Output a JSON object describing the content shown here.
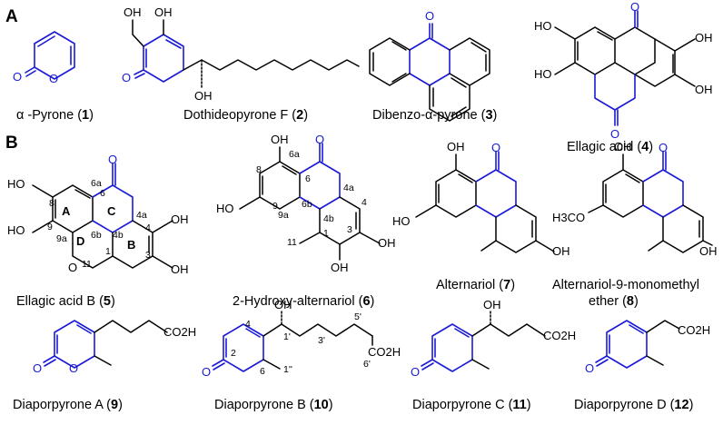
{
  "panels": {
    "a": "A",
    "b": "B"
  },
  "captions": {
    "c1_name": "α -Pyrone (",
    "c1_num": "1",
    "c2_name": "Dothideopyrone F  (",
    "c2_num": "2",
    "c3_name": "Dibenzo-α-pyrone (",
    "c3_num": "3",
    "c4_name": "Ellagic acid (",
    "c4_num": "4",
    "c5_name": "Ellagic acid B (",
    "c5_num": "5",
    "c6_name": "2-Hydroxy-alternariol (",
    "c6_num": "6",
    "c7_name": "Alternariol (",
    "c7_num": "7",
    "c8_line1": "Alternariol-9-monomethyl",
    "c8_name": "ether (",
    "c8_num": "8",
    "c9_name": "Diaporpyrone A (",
    "c9_num": "9",
    "c10_name": "Diaporpyrone B (",
    "c10_num": "10",
    "c11_name": "Diaporpyrone C (",
    "c11_num": "11",
    "c12_name": "Diaporpyrone D (",
    "c12_num": "12",
    "close": ")"
  },
  "atoms": {
    "O": "O",
    "OH": "OH",
    "HO": "HO",
    "H3CO": "H3CO",
    "CO2H": "CO2H"
  },
  "numbering": {
    "n6a": "6a",
    "n6": "6",
    "n8": "8",
    "n9": "9",
    "n9a": "9a",
    "n4a": "4a",
    "n4": "4",
    "n6b": "6b",
    "n4b": "4b",
    "n3": "3",
    "n1": "1",
    "n11": "11",
    "n2": "2",
    "n1p": "1'",
    "n3p": "3'",
    "n5p": "5'",
    "n6p": "6'",
    "n1pp": "1''"
  },
  "ring_labels": {
    "A": "A",
    "B": "B",
    "C": "C",
    "D": "D"
  },
  "colors": {
    "pyrone_highlight": "#1a1ad6",
    "bond": "#000000"
  }
}
